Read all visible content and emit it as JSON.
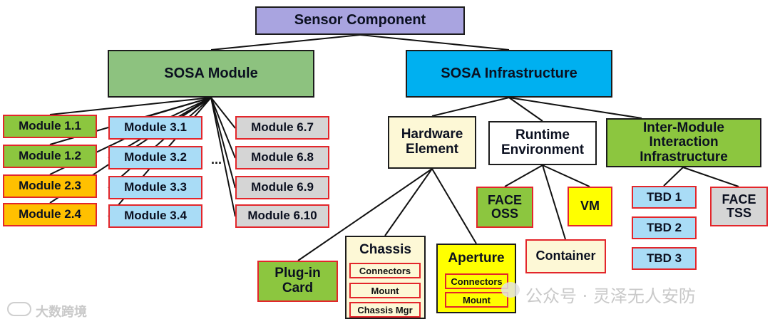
{
  "diagram": {
    "root": "Sensor Component",
    "module": {
      "title": "SOSA Module",
      "column_a": [
        "Module 1.1",
        "Module 1.2",
        "Module 2.3",
        "Module 2.4"
      ],
      "column_b": [
        "Module 3.1",
        "Module 3.2",
        "Module 3.3",
        "Module 3.4"
      ],
      "ellipsis": "...",
      "column_c": [
        "Module 6.7",
        "Module 6.8",
        "Module 6.9",
        "Module 6.10"
      ]
    },
    "infrastructure": {
      "title": "SOSA Infrastructure",
      "hardware": {
        "title": "Hardware Element",
        "plug_in_card": "Plug-in Card",
        "chassis": {
          "title": "Chassis",
          "items": [
            "Connectors",
            "Mount",
            "Chassis Mgr"
          ]
        },
        "aperture": {
          "title": "Aperture",
          "items": [
            "Connectors",
            "Mount"
          ]
        }
      },
      "runtime": {
        "title": "Runtime Environment",
        "face_oss": "FACE OSS",
        "vm": "VM",
        "container": "Container"
      },
      "inter_module": {
        "title": "Inter-Module Interaction Infrastructure",
        "tbd": [
          "TBD 1",
          "TBD 2",
          "TBD 3"
        ],
        "face_tss": "FACE TSS"
      }
    }
  },
  "watermarks": {
    "wechat": "公众号 · 灵泽无人安防",
    "logo": "大数跨境"
  },
  "colors": {
    "root": "#a9a4e0",
    "module": "#8dc27f",
    "infrastructure": "#00b0f0",
    "green_leaf": "#8cc63f",
    "orange_leaf": "#ffc000",
    "blue_leaf": "#a9dcf6",
    "gray_leaf": "#d5d5d5",
    "yellow_leaf": "#ffff00",
    "cream": "#fdf8d6",
    "border_red": "#e3262b"
  }
}
